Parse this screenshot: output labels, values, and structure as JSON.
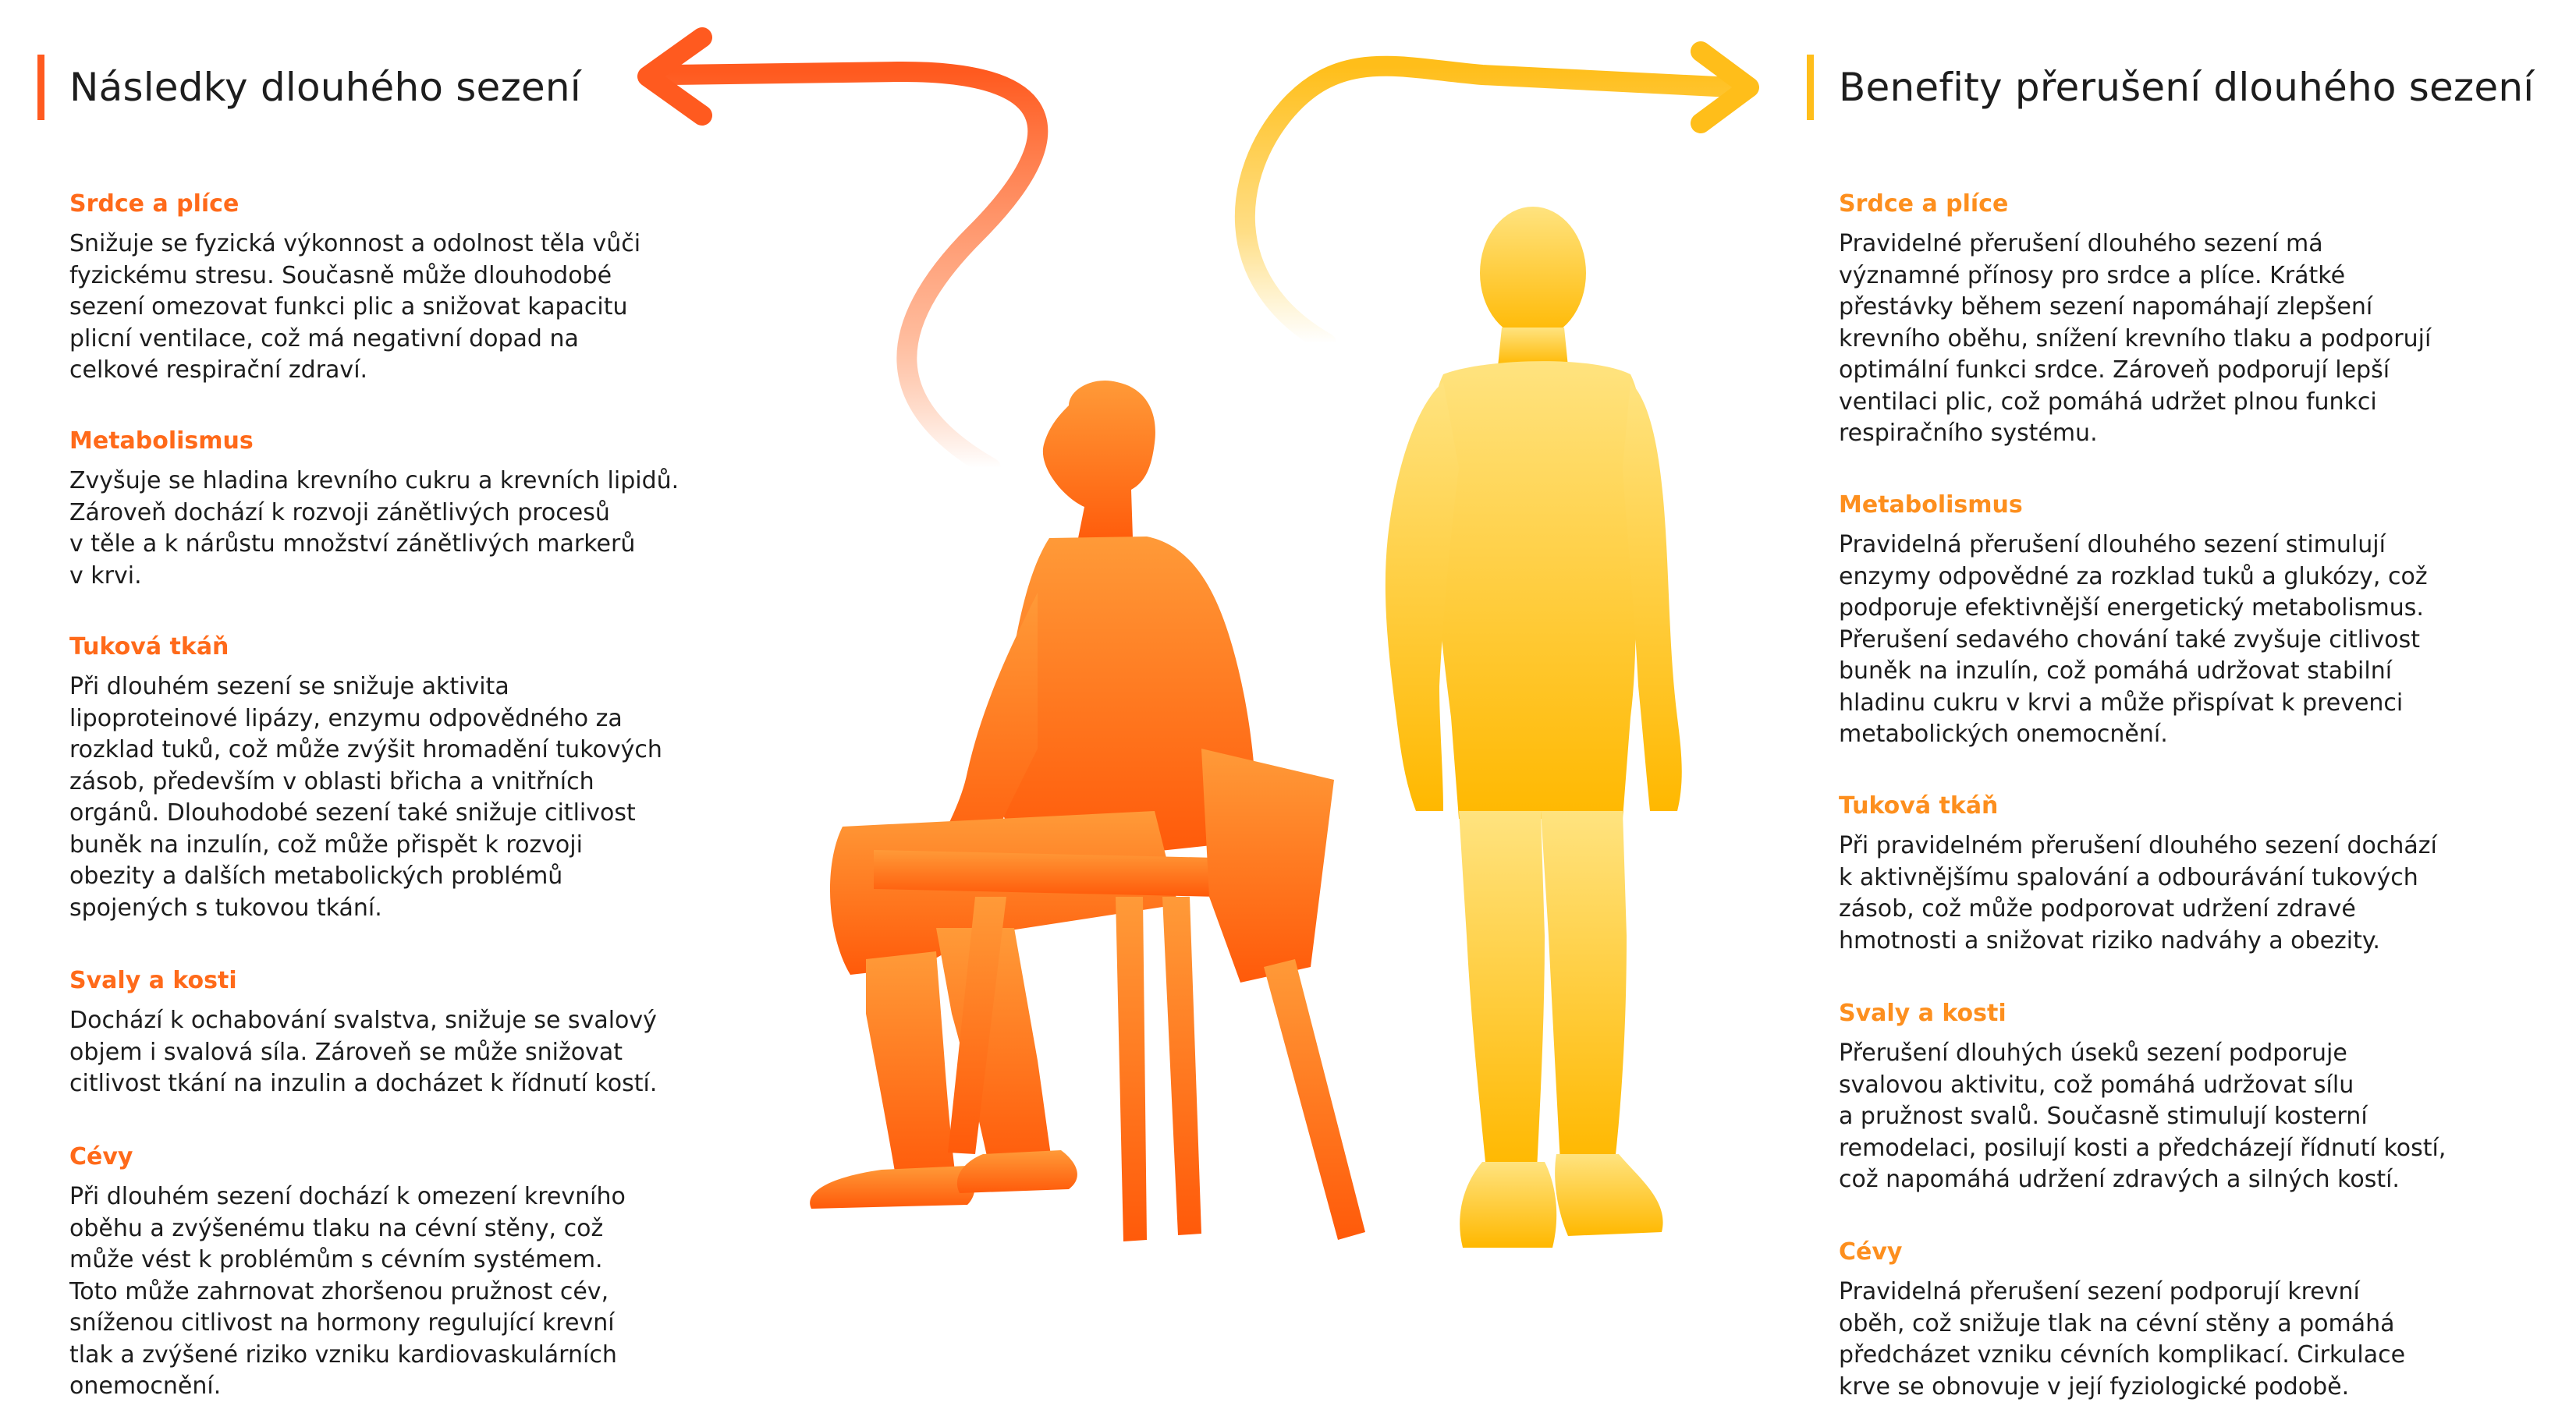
{
  "left": {
    "heading": "Následky dlouhého sezení",
    "accent": "#ff5a1f",
    "sections": [
      {
        "title": "Srdce a plíce",
        "body": "Snižuje se fyzická výkonnost a odolnost těla vůči\nfyzickému stresu. Současně může dlouhodobé\nsezení omezovat funkci plic a snižovat kapacitu\nplicní ventilace, což má negativní dopad na\ncelkové respirační zdraví."
      },
      {
        "title": "Metabolismus",
        "body": "Zvyšuje se hladina krevního cukru a krevních lipidů.\nZároveň dochází k rozvoji zánětlivých procesů\nv těle a k nárůstu množství zánětlivých markerů\nv krvi."
      },
      {
        "title": "Tuková tkáň",
        "body": "Při dlouhém sezení se snižuje aktivita\nlipoproteinové lipázy, enzymu odpovědného za\nrozklad tuků, což může zvýšit hromadění tukových\nzásob, především v oblasti břicha a vnitřních\norgánů. Dlouhodobé sezení také snižuje citlivost\nbuněk na inzulín, což může přispět k rozvoji\nobezity a dalších metabolických problémů\nspojených s tukovou tkání."
      },
      {
        "title": "Svaly a kosti",
        "body": "Dochází k ochabování svalstva, snižuje se svalový\nobjem i svalová síla. Zároveň se může snižovat\ncitlivost tkání na inzulin a docházet k řídnutí kostí."
      },
      {
        "title": "Cévy",
        "body": "Při dlouhém sezení dochází k omezení krevního\noběhu a zvýšenému tlaku na cévní stěny, což\nmůže vést k problémům s cévním systémem.\nToto může zahrnovat zhoršenou pružnost cév,\nsníženou citlivost na hormony regulující krevní\ntlak a zvýšené riziko vzniku kardiovaskulárních\nonemocnění."
      }
    ]
  },
  "right": {
    "heading": "Benefity přerušení dlouhého sezení",
    "accent": "#ffbe1a",
    "sections": [
      {
        "title": "Srdce a plíce",
        "body": "Pravidelné přerušení dlouhého sezení má\nvýznamné přínosy pro srdce a plíce. Krátké\npřestávky během sezení napomáhají zlepšení\nkrevního oběhu, snížení krevního tlaku a podporují\noptimální funkci srdce. Zároveň podporují lepší\nventilaci plic, což pomáhá udržet plnou funkci\nrespiračního systému."
      },
      {
        "title": "Metabolismus",
        "body": "Pravidelná přerušení dlouhého sezení stimulují\nenzymy odpovědné za rozklad tuků a glukózy, což\npodporuje efektivnější energetický metabolismus.\nPřerušení sedavého chování také zvyšuje citlivost\nbuněk na inzulín, což pomáhá udržovat stabilní\nhladinu cukru v krvi a může přispívat k prevenci\nmetabolických onemocnění."
      },
      {
        "title": "Tuková tkáň",
        "body": "Při pravidelném přerušení dlouhého sezení dochází\nk aktivnějšímu spalování a odbourávání tukových\nzásob, což může podporovat udržení zdravé\nhmotnosti a snižovat riziko nadváhy a obezity."
      },
      {
        "title": "Svaly a kosti",
        "body": "Přerušení dlouhých úseků sezení podporuje\nsvalovou aktivitu, což pomáhá udržovat sílu\na pružnost svalů. Současně stimulují kosterní\nremodelaci, posilují kosti a předcházejí řídnutí kostí,\ncož napomáhá udržení zdravých a silných kostí."
      },
      {
        "title": "Cévy",
        "body": "Pravidelná přerušení sezení podporují krevní\noběh, což snižuje tlak na cévní stěny a pomáhá\npředcházet vzniku cévních komplikací. Cirkulace\nkrve se obnovuje v její fyziologické podobě."
      }
    ]
  },
  "illustration": {
    "sitting_person_color_top": "#ff9433",
    "sitting_person_color_bottom": "#ff5a0d",
    "standing_person_color_top": "#ffe07a",
    "standing_person_color_bottom": "#ffbb0a",
    "left_arrow_color": "#ff5a1f",
    "right_arrow_color": "#ffbe1a",
    "icons": [
      "sitting-person-silhouette",
      "standing-person-silhouette",
      "arrow-left-icon",
      "arrow-right-icon"
    ]
  }
}
